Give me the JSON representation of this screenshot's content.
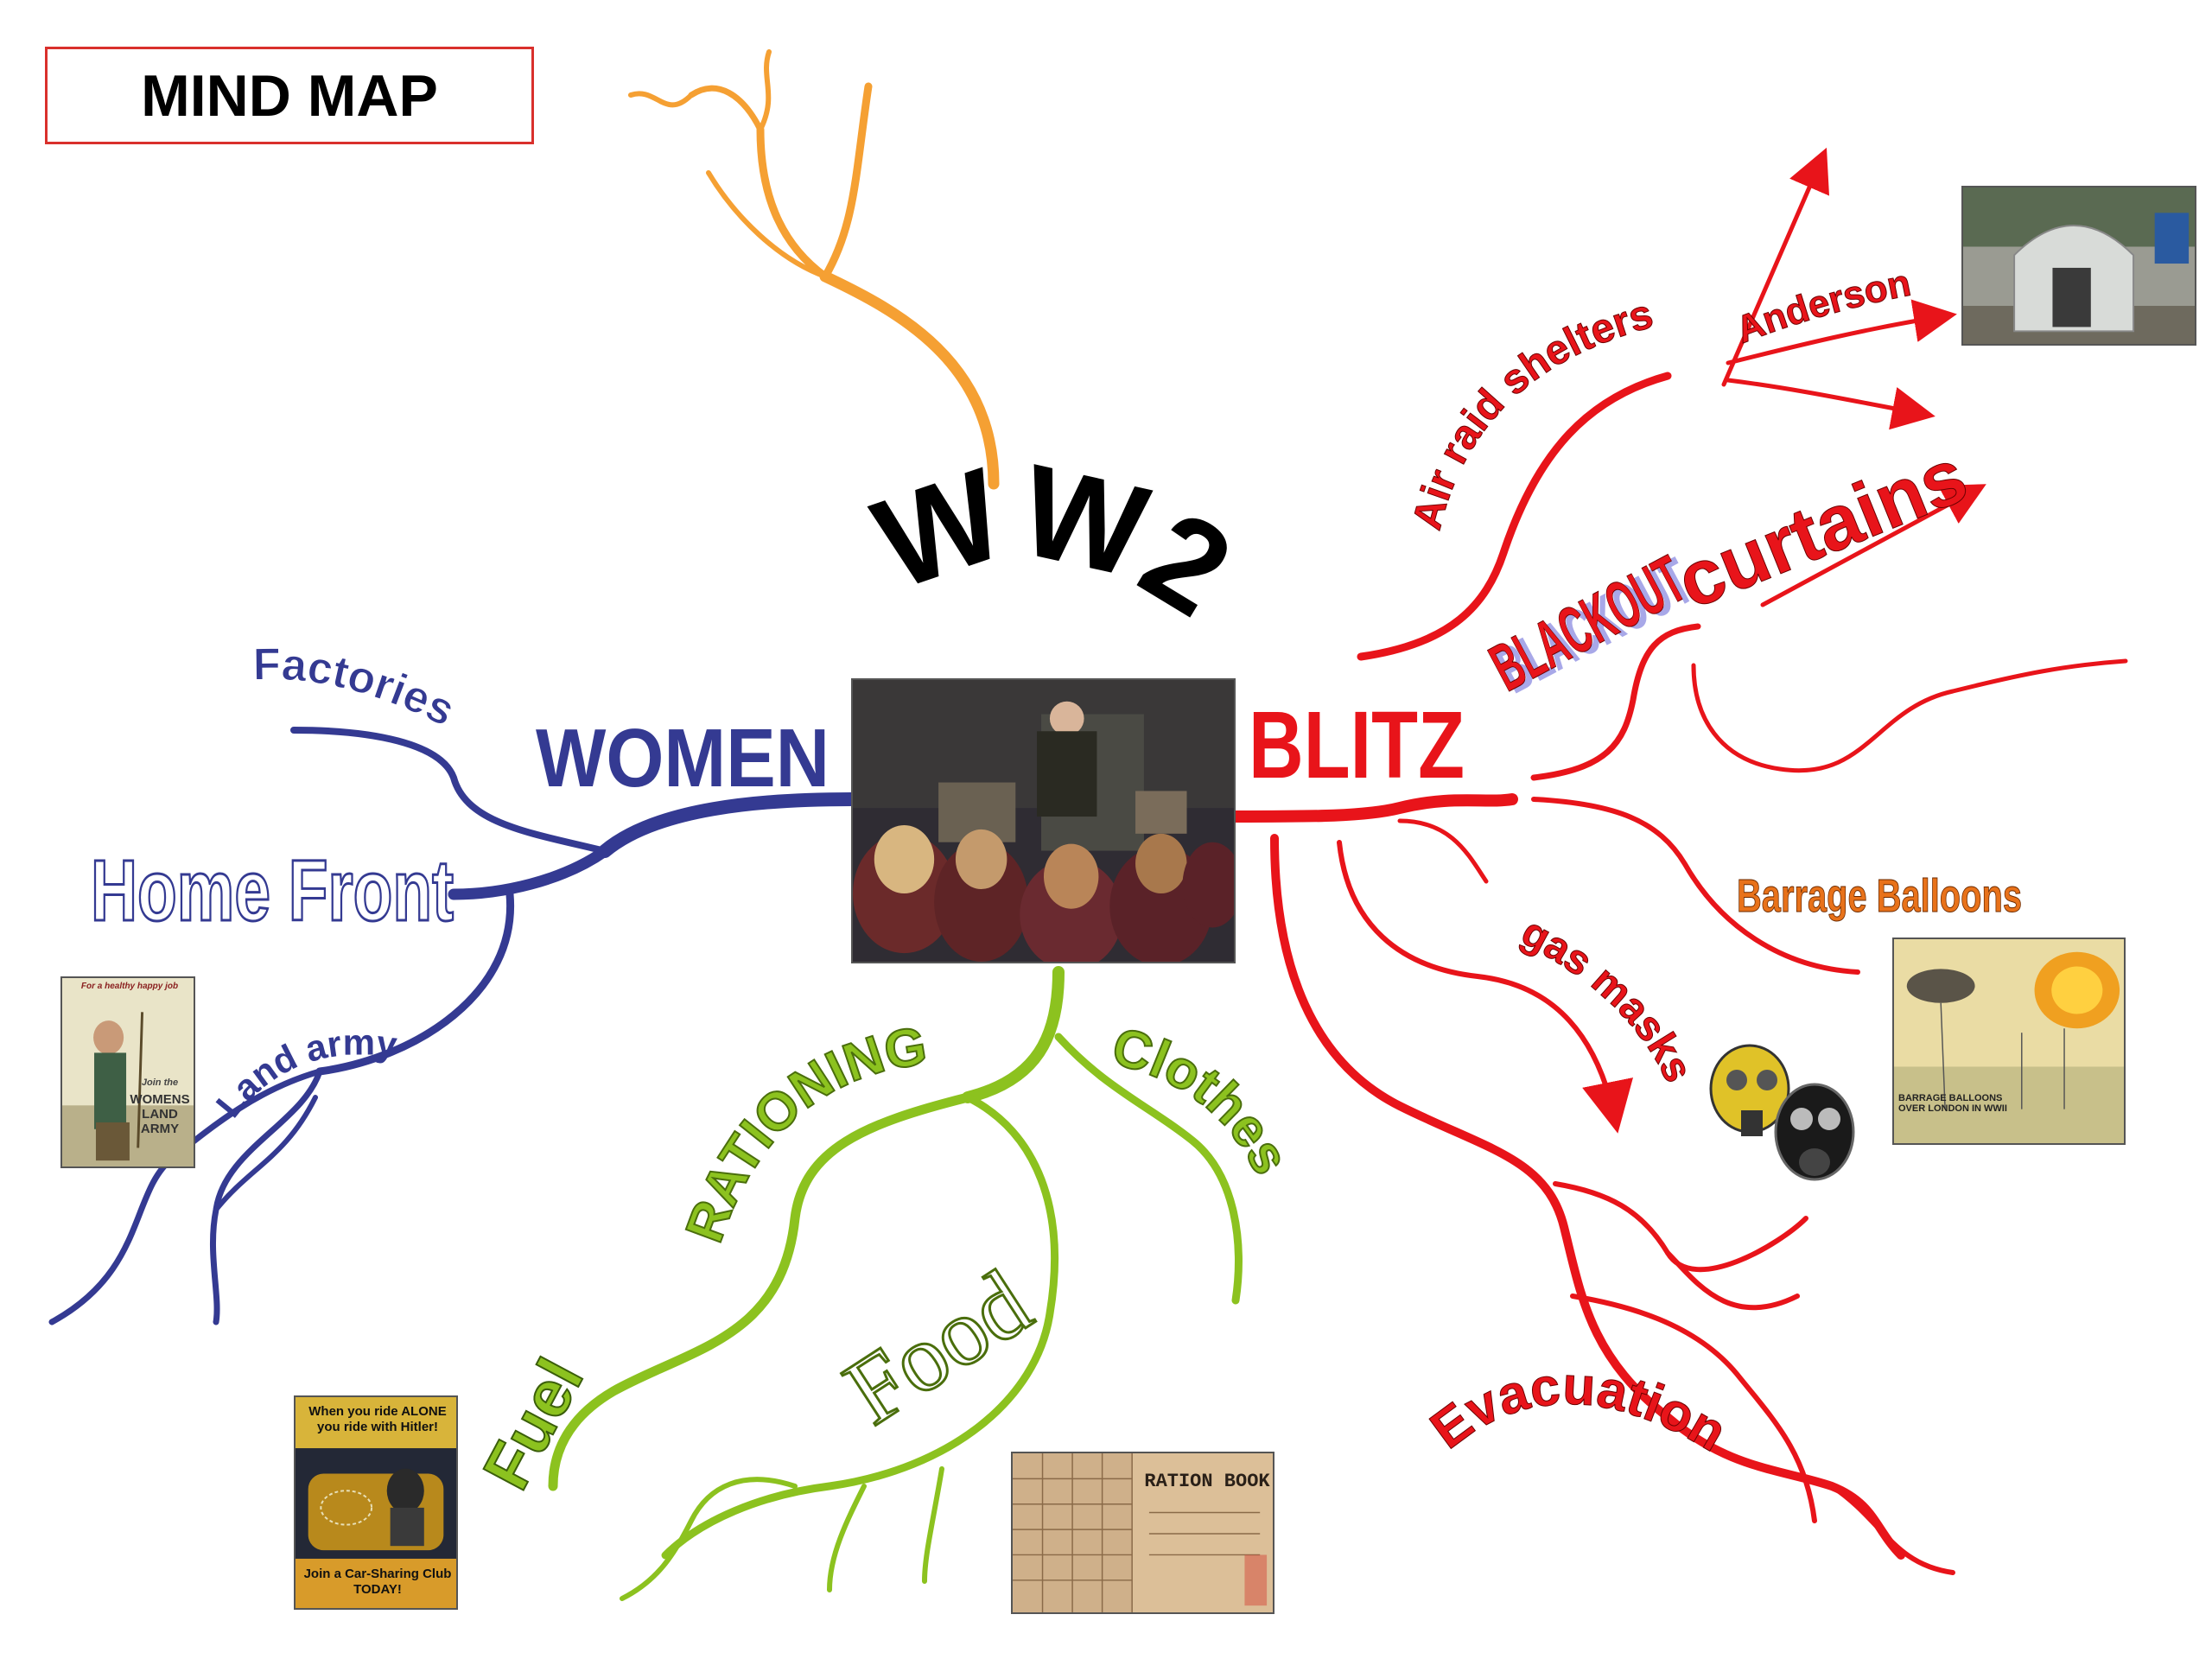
{
  "title": "MIND MAP",
  "center": {
    "title": "WW2",
    "photo": "classroom-photo"
  },
  "branches": {
    "women": {
      "label": "WOMEN",
      "color": "#343a92",
      "sub": {
        "factories": "Factories",
        "home_front": "Home Front",
        "land_army": "Land army"
      }
    },
    "blitz": {
      "label": "BLITZ",
      "color": "#e8141a",
      "sub": {
        "air_raid_shelters": "Air raid shelters",
        "anderson": "Anderson",
        "blackout": "BLACKOUT",
        "curtains": "curtains",
        "barrage_balloons": "Barrage Balloons",
        "gas_masks": "gas masks",
        "evacuation": "Evacuation"
      }
    },
    "rationing": {
      "label": "RATIONING",
      "color": "#8cc21f",
      "sub": {
        "clothes": "Clothes",
        "fuel": "Fuel",
        "food": "Food"
      }
    },
    "untitled": {
      "color": "#f5a033"
    }
  },
  "images": {
    "land_army_poster": {
      "line1": "For a healthy happy job",
      "line2": "Join the",
      "line3": "WOMENS LAND ARMY"
    },
    "car_poster": {
      "line1": "When you ride ALONE you ride with Hitler!",
      "line2": "Join a Car-Sharing Club TODAY!"
    },
    "ration_book": {
      "label": "RATION BOOK"
    },
    "barrage_picture": {
      "caption": "BARRAGE BALLOONS OVER LONDON IN WWII"
    },
    "anderson_photo": "anderson-shelter-photo",
    "gas_mask_picture": "gas-masks-picture"
  }
}
